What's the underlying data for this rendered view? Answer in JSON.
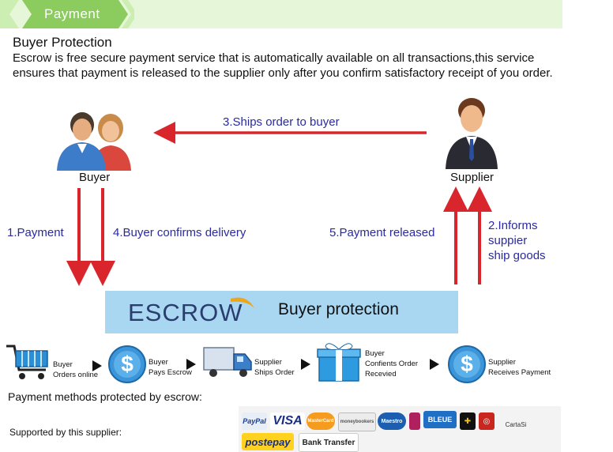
{
  "header": {
    "tab_label": "Payment"
  },
  "section": {
    "title": "Buyer Protection",
    "description": "Escrow is free secure payment service that is automatically available on all transactions,this service ensures that payment is released to the supplier only after you confirm satisfactory receipt of you order."
  },
  "diagram": {
    "buyer_label": "Buyer",
    "supplier_label": "Supplier",
    "step1": "1.Payment",
    "step2_lines": [
      "2.Informs",
      "suppier",
      "ship goods"
    ],
    "step3": "3.Ships order to buyer",
    "step4": "4.Buyer confirms delivery",
    "step5": "5.Payment released",
    "escrow_word": "ESCROW",
    "escrow_tagline": "Buyer protection",
    "arrow_color": "#d9262c"
  },
  "process": [
    {
      "icon": "shopping-cart-icon",
      "lines": [
        "Buyer",
        "Orders online"
      ]
    },
    {
      "icon": "dollar-coin-icon",
      "lines": [
        "Buyer",
        "Pays Escrow"
      ]
    },
    {
      "icon": "delivery-truck-icon",
      "lines": [
        "Supplier",
        "Ships Order"
      ]
    },
    {
      "icon": "gift-box-icon",
      "lines": [
        "Buyer",
        "Confients Order",
        "Recevied"
      ]
    },
    {
      "icon": "dollar-coin-icon",
      "lines": [
        "Supplier",
        "Receives Payment"
      ]
    }
  ],
  "payment": {
    "methods_title": "Payment methods protected by escrow:",
    "supported_label": "Supported by this supplier:",
    "logos": [
      "PayPal",
      "VISA",
      "MasterCard",
      "moneybookers",
      "Maestro",
      "BLEUE",
      "CartaSi",
      "postepay",
      "Bank Transfer"
    ]
  }
}
